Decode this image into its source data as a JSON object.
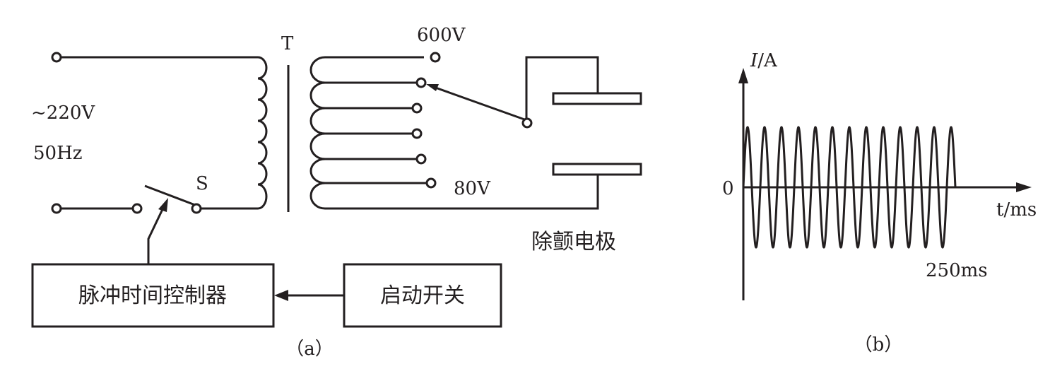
{
  "circuit_a": {
    "transformer_label": "T",
    "supply_voltage": "~220V",
    "supply_frequency": "50Hz",
    "switch_label": "S",
    "tap_high": "600V",
    "tap_low": "80V",
    "electrode_label": "除颤电极",
    "controller_label": "脉冲时间控制器",
    "start_label": "启动开关",
    "caption": "（a）"
  },
  "chart_data": {
    "type": "line",
    "ylabel_italic": "I",
    "ylabel_unit": "/A",
    "xlabel": "t/ms",
    "origin_label": "0",
    "end_label": "250ms",
    "cycles": 12.5,
    "duration_ms": 250,
    "caption": "（b）"
  }
}
